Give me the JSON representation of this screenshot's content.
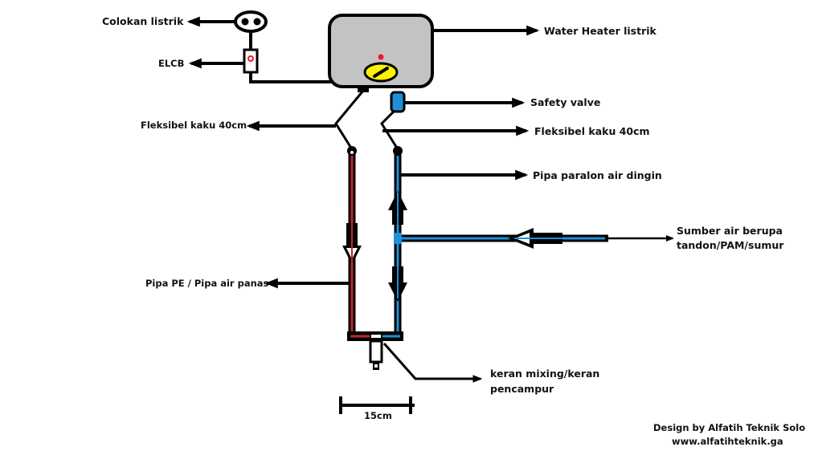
{
  "labels": {
    "power_plug": "Colokan listrik",
    "elcb": "ELCB",
    "water_heater": "Water Heater listrik",
    "safety_valve": "Safety valve",
    "flex_hose_left": "Fleksibel kaku 40cm",
    "flex_hose_right": "Fleksibel kaku 40cm",
    "cold_pipe": "Pipa paralon air dingin",
    "water_source_line1": "Sumber air berupa",
    "water_source_line2": "tandon/PAM/sumur",
    "hot_pipe": "Pipa PE / Pipa air panas",
    "mixer_line1": "keran mixing/keran",
    "mixer_line2": "pencampur",
    "dimension": "15cm",
    "credit_line1": "Design by Alfatih Teknik Solo",
    "credit_line2": "www.alfatihteknik.ga"
  },
  "colors": {
    "outline": "#000000",
    "heater_body": "#c3c3c3",
    "knob": "#fff200",
    "indicator": "#ed1c24",
    "hot_water": "#c0282d",
    "cold_water": "#1f8fd8"
  }
}
